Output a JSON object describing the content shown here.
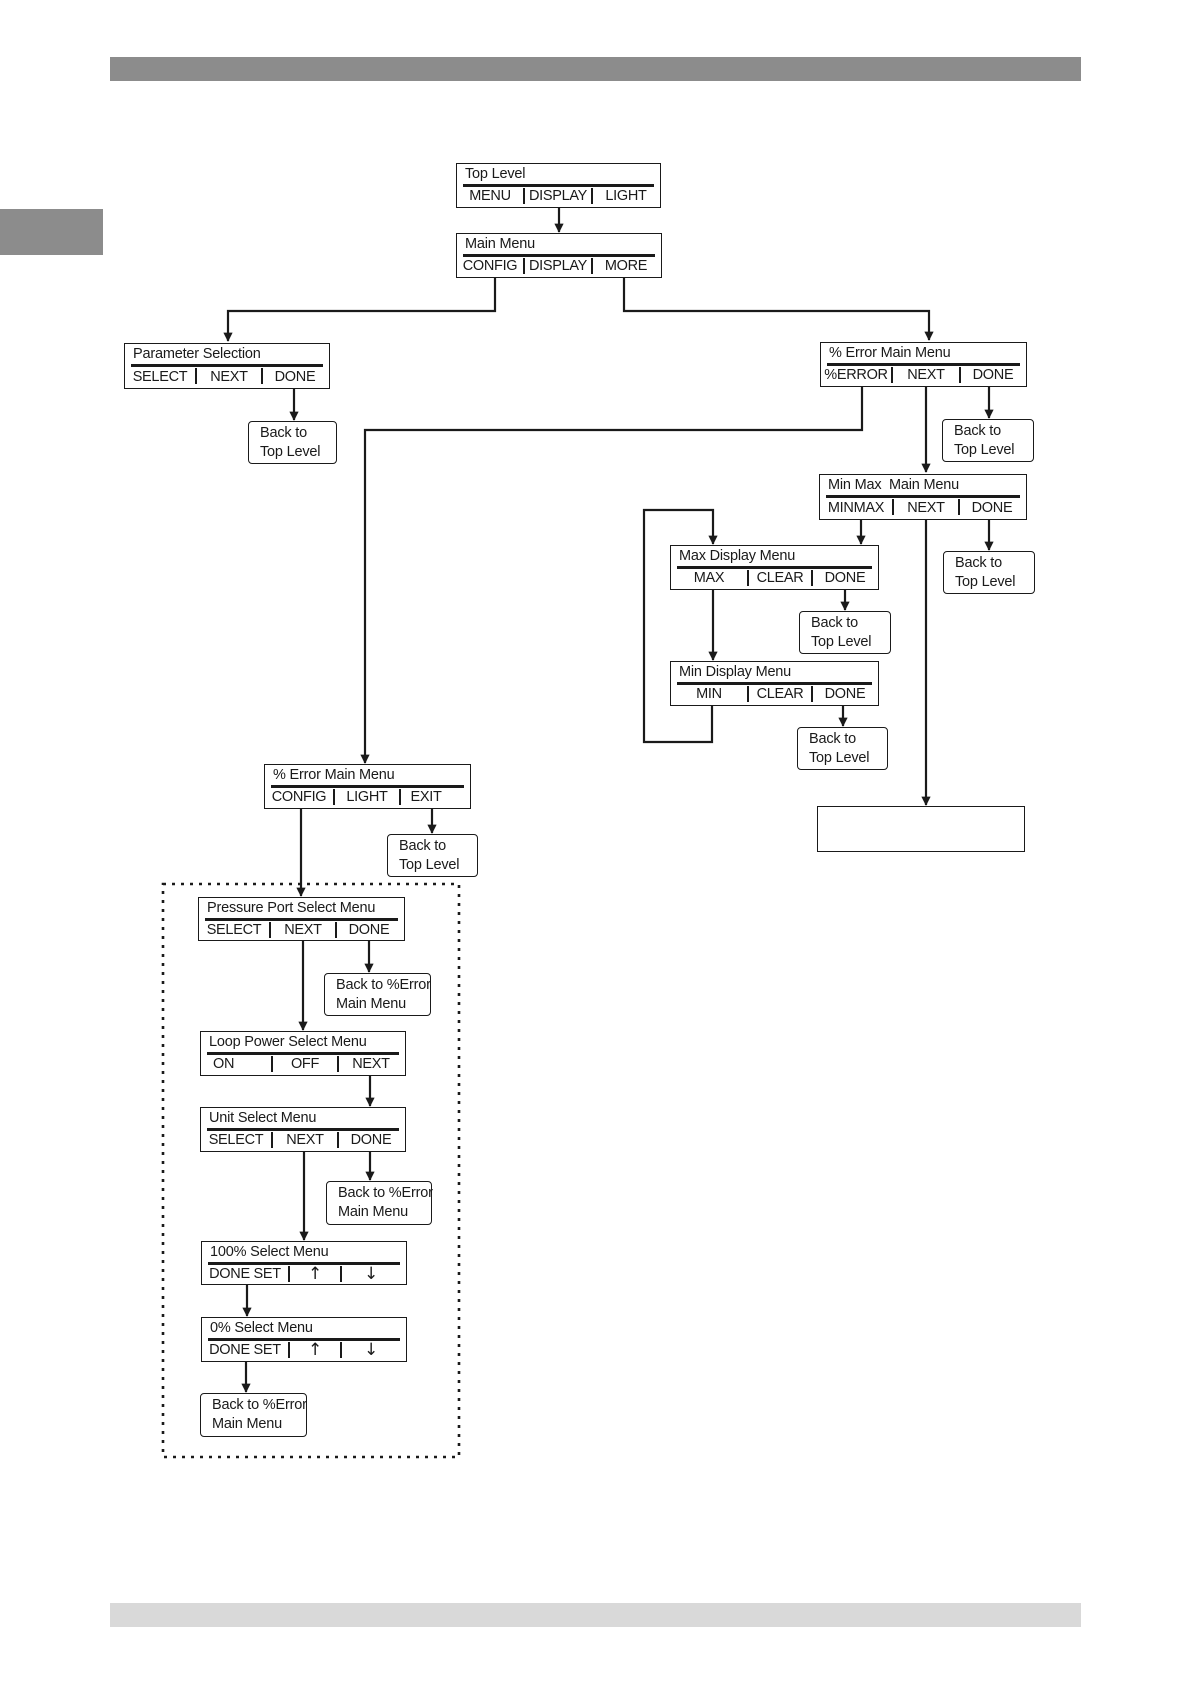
{
  "top_level": {
    "title": "Top Level",
    "options": [
      "MENU",
      "DISPLAY",
      "LIGHT"
    ]
  },
  "main_menu": {
    "title": "Main Menu",
    "options": [
      "CONFIG",
      "DISPLAY",
      "MORE"
    ]
  },
  "parameter_selection": {
    "title": "Parameter Selection",
    "options": [
      "SELECT",
      "NEXT",
      "DONE"
    ]
  },
  "error_main_menu_top": {
    "title": "% Error Main Menu",
    "options": [
      "%ERROR",
      "NEXT",
      "DONE"
    ]
  },
  "min_max_main_menu": {
    "title": "Min Max  Main Menu",
    "options": [
      "MINMAX",
      "NEXT",
      "DONE"
    ]
  },
  "max_display_menu": {
    "title": "Max Display Menu",
    "options": [
      "MAX",
      "CLEAR",
      "DONE"
    ]
  },
  "min_display_menu": {
    "title": "Min Display Menu",
    "options": [
      "MIN",
      "CLEAR",
      "DONE"
    ]
  },
  "error_main_menu_config": {
    "title": "% Error Main Menu",
    "options": [
      "CONFIG",
      "LIGHT",
      "EXIT"
    ]
  },
  "pressure_port_menu": {
    "title": "Pressure Port Select Menu",
    "options": [
      "SELECT",
      "NEXT",
      "DONE"
    ]
  },
  "loop_power_menu": {
    "title": "Loop Power Select Menu",
    "options": [
      "ON",
      "OFF",
      "NEXT"
    ]
  },
  "unit_select_menu": {
    "title": "Unit Select Menu",
    "options": [
      "SELECT",
      "NEXT",
      "DONE"
    ]
  },
  "hundred_percent_menu": {
    "title": "100% Select Menu",
    "options": [
      "DONE SET",
      "↑",
      "↓"
    ]
  },
  "zero_percent_menu": {
    "title": "0% Select Menu",
    "options": [
      "DONE SET",
      "↑",
      "↓"
    ]
  },
  "back_to_top_level": [
    "Back to",
    "Top Level"
  ],
  "back_to_error_menu": [
    "Back to %Error",
    "Main Menu"
  ]
}
